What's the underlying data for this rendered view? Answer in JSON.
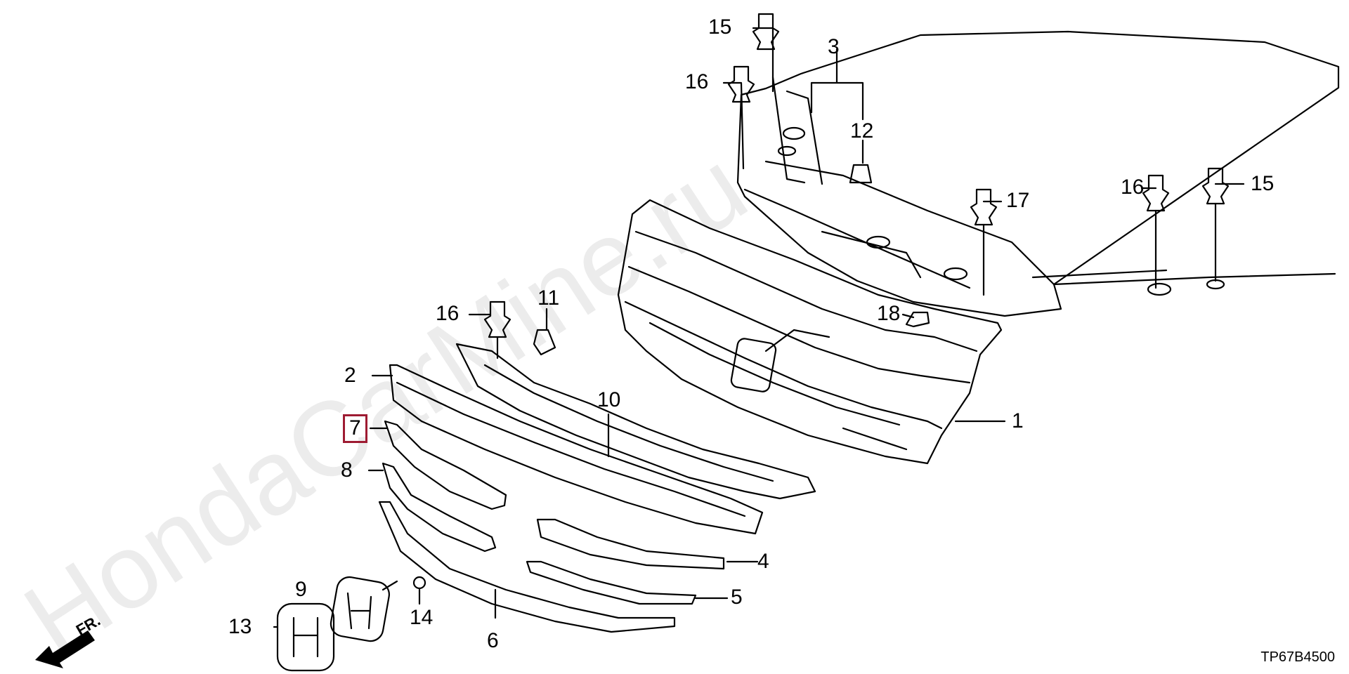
{
  "diagram": {
    "code": "TP67B4500",
    "direction_label": "FR.",
    "watermark": "HondaCarMine.ru",
    "highlight_color": "#9e1b32",
    "parts": [
      {
        "id": "p1",
        "label": "1"
      },
      {
        "id": "p2",
        "label": "2"
      },
      {
        "id": "p3",
        "label": "3"
      },
      {
        "id": "p4",
        "label": "4"
      },
      {
        "id": "p5",
        "label": "5"
      },
      {
        "id": "p6",
        "label": "6"
      },
      {
        "id": "p7",
        "label": "7",
        "highlighted": true
      },
      {
        "id": "p8",
        "label": "8"
      },
      {
        "id": "p9",
        "label": "9"
      },
      {
        "id": "p10",
        "label": "10"
      },
      {
        "id": "p11",
        "label": "11"
      },
      {
        "id": "p12",
        "label": "12"
      },
      {
        "id": "p13",
        "label": "13"
      },
      {
        "id": "p14",
        "label": "14"
      },
      {
        "id": "p15a",
        "label": "15"
      },
      {
        "id": "p15b",
        "label": "15"
      },
      {
        "id": "p16a",
        "label": "16"
      },
      {
        "id": "p16b",
        "label": "16"
      },
      {
        "id": "p16c",
        "label": "16"
      },
      {
        "id": "p17",
        "label": "17"
      },
      {
        "id": "p18",
        "label": "18"
      }
    ]
  }
}
